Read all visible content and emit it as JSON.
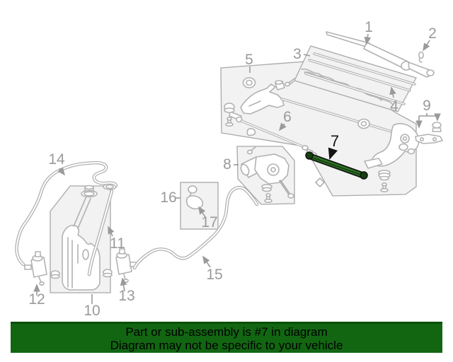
{
  "diagram": {
    "description": "Windshield wiper and washer parts exploded diagram",
    "background_color": "#ffffff",
    "line_color": "#b2b2b2",
    "label_color": "#9a9a9a",
    "box_fill_color": "#f2f2f2",
    "highlight_color": "#2d7323",
    "highlighted_part_number": "7",
    "labels": {
      "l1": "1",
      "l2": "2",
      "l3": "3",
      "l4": "4",
      "l5": "5",
      "l6": "6",
      "l7": "7",
      "l8": "8",
      "l9": "9",
      "l10": "10",
      "l11": "11",
      "l12": "12",
      "l13": "13",
      "l14": "14",
      "l15": "15",
      "l16": "16",
      "l17": "17"
    }
  },
  "banner": {
    "line1": "Part or sub-assembly is #7 in diagram",
    "line2": "Diagram may not be specific to your vehicle",
    "background_color": "#126612",
    "text_color": "#000000"
  }
}
